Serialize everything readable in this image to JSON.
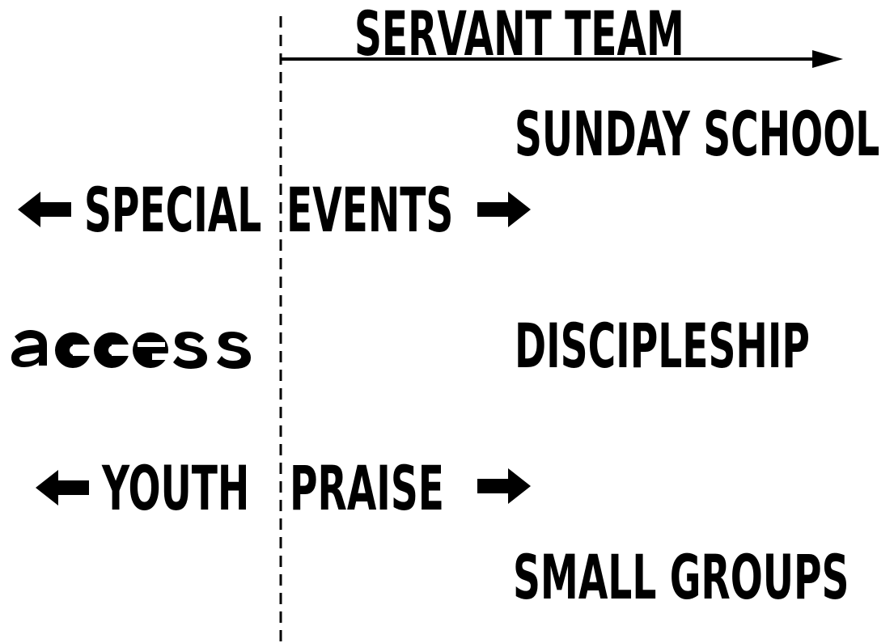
{
  "title": "SERVANT TEAM",
  "labels": {
    "sunday_school": "SUNDAY SCHOOL",
    "special": "SPECIAL",
    "events": "EVENTS",
    "discipleship": "DISCIPLESHIP",
    "youth": "YOUTH",
    "praise": "PRAISE",
    "small_groups": "SMALL GROUPS"
  },
  "logo": {
    "text": "access"
  },
  "colors": {
    "ink": "#000000",
    "background": "#ffffff"
  }
}
